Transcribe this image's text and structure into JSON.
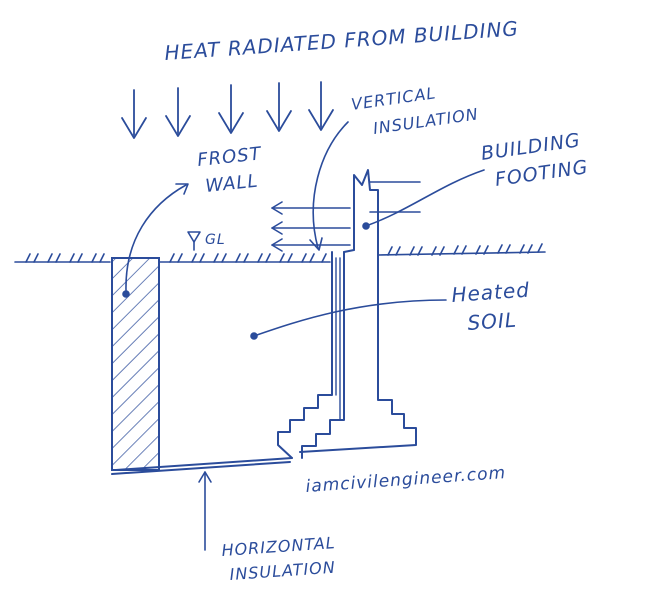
{
  "labels": {
    "heat": "HEAT RADIATED FROM BUILDING",
    "vertical_insulation_1": "VERTICAL",
    "vertical_insulation_2": "INSULATION",
    "frost_wall_1": "FROST",
    "frost_wall_2": "WALL",
    "building_footing_1": "BUILDING",
    "building_footing_2": "FOOTING",
    "ground_level": "GL",
    "heated_soil_1": "Heated",
    "heated_soil_2": "SOIL",
    "horizontal_insulation_1": "HORIZONTAL",
    "horizontal_insulation_2": "INSULATION"
  },
  "watermark": "iamcivilengineer.com",
  "colors": {
    "ink": "#2b4c9b",
    "background": "#ffffff"
  }
}
